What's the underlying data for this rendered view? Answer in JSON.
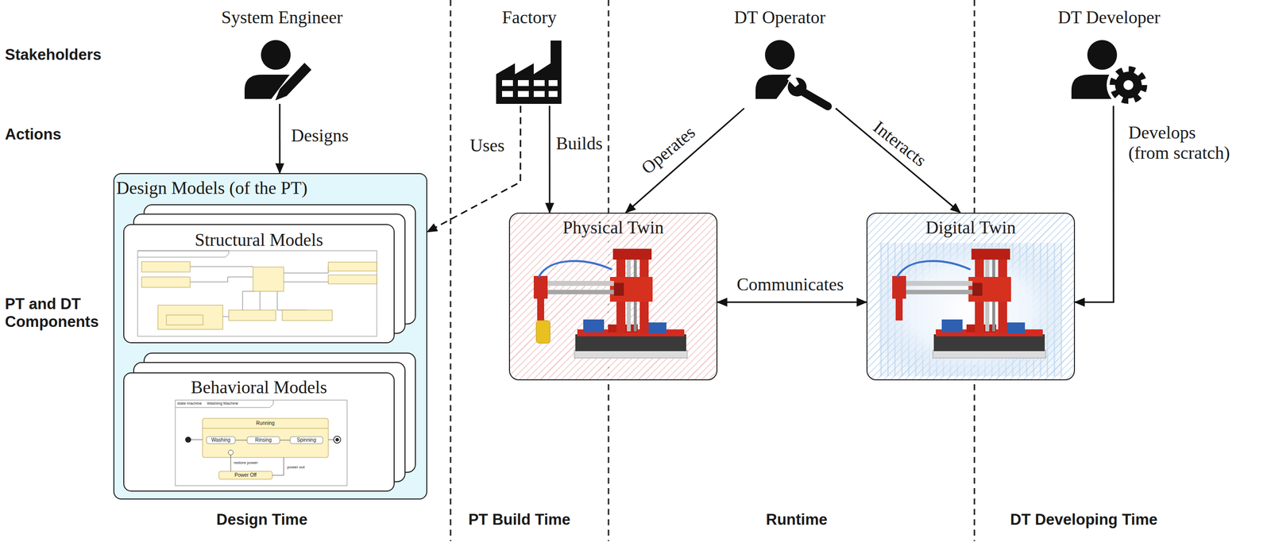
{
  "diagram": {
    "nodes": [
      {
        "text": [
          "System Engineer"
        ]
      },
      {
        "text": [
          "Factory"
        ]
      },
      {
        "text": [
          "DT Operator"
        ]
      },
      {
        "text": [
          "DT Developer"
        ]
      },
      {
        "text": [
          "Design Models (of the PT)"
        ]
      },
      {
        "text": [
          "Structural Models"
        ],
        "in": 4
      },
      {
        "text": [
          "Behavioral Models"
        ],
        "in": 4
      },
      {
        "text": [
          "Physical Twin"
        ]
      },
      {
        "text": [
          "Digital Twin"
        ]
      }
    ],
    "edges": [
      {
        "from": 0,
        "to": 4,
        "label": "Designs",
        "arrow": "to"
      },
      {
        "from": 1,
        "to": 4,
        "label": "Uses",
        "arrow": "to"
      },
      {
        "from": 1,
        "to": 7,
        "label": "Builds",
        "arrow": "to"
      },
      {
        "from": 2,
        "to": 7,
        "label": "Operates",
        "arrow": "to"
      },
      {
        "from": 2,
        "to": 8,
        "label": "Interacts",
        "arrow": "to"
      },
      {
        "from": 3,
        "to": 8,
        "label": "Develops (from scratch)",
        "arrow": "to"
      },
      {
        "from": 7,
        "to": 8,
        "label": "Communicates",
        "arrow": "both"
      }
    ],
    "labels": [
      "Stakeholders",
      "Actions",
      "PT and DT Components",
      "Design Time",
      "PT Build Time",
      "Runtime",
      "DT Developing Time",
      "state machine",
      "Washing Machine",
      "Running",
      "Washing",
      "Rinsing",
      "Spinning",
      "restore power",
      "power out",
      "Power Off"
    ]
  }
}
